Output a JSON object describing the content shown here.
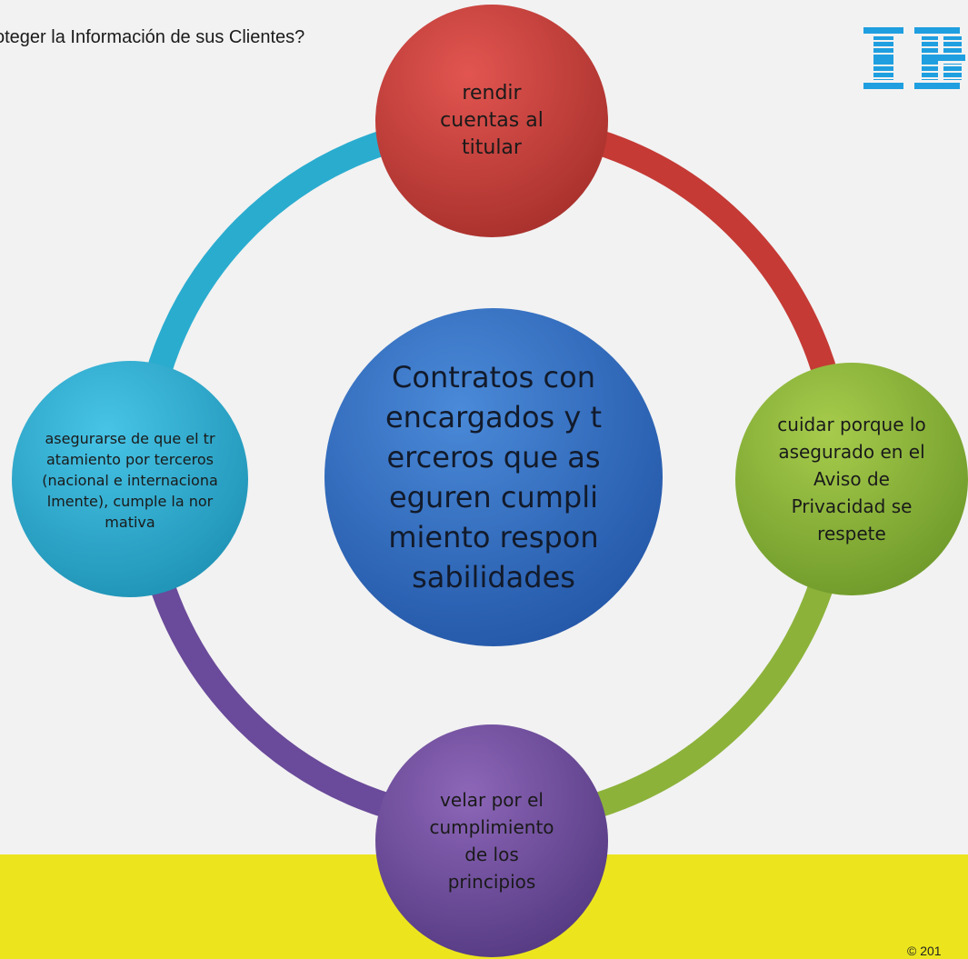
{
  "slide": {
    "title": "oteger la Información de sus Clientes?",
    "copyright": "© 201"
  },
  "logo": {
    "text": "IBM",
    "color": "#1f9fe0"
  },
  "diagram": {
    "center": "Contratos con encargados y terceros que aseguren cumplimiento responsabilidades",
    "nodes": [
      {
        "id": "top",
        "label": "rendir cuentas al titular",
        "color": "#c53a35"
      },
      {
        "id": "right",
        "label": "cuidar porque lo asegurado en el Aviso de Privacidad se respete",
        "color": "#8cb23a"
      },
      {
        "id": "bottom",
        "label": "velar por el cumplimiento de los principios",
        "color": "#6a4a9a"
      },
      {
        "id": "left",
        "label": "asegurarse de que el tratamiento por terceros (nacional e internacionalmente), cumple la normativa",
        "color": "#2aaccf"
      }
    ],
    "center_color": "#2f6fc6"
  }
}
